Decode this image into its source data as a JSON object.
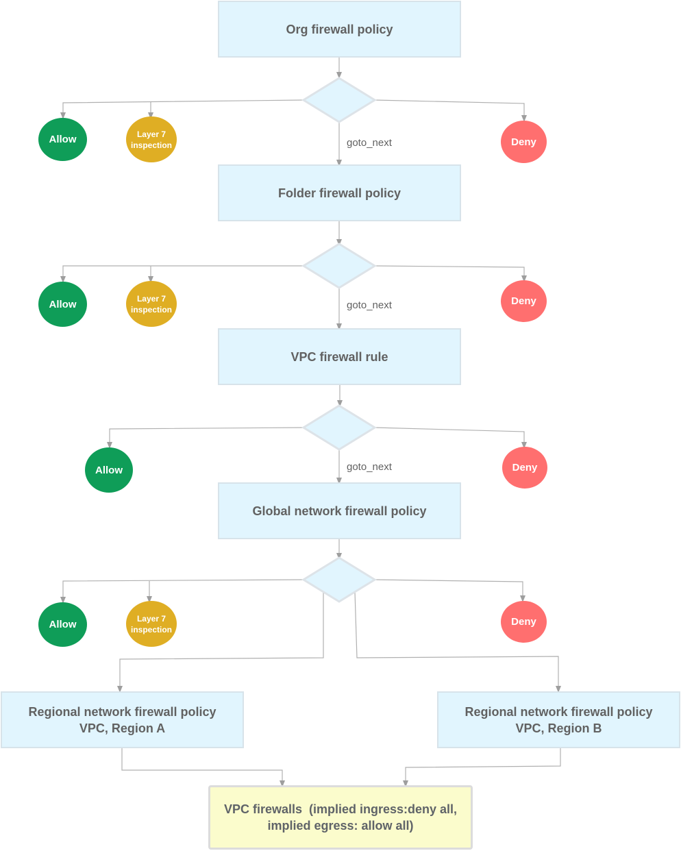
{
  "labels": {
    "allow": "Allow",
    "deny": "Deny",
    "l7_line1": "Layer 7",
    "l7_line2": "inspection",
    "goto_next": "goto_next"
  },
  "boxes": {
    "org": "Org firewall policy",
    "folder": "Folder firewall policy",
    "vpc_rule": "VPC firewall rule",
    "global": "Global network firewall policy",
    "regional_a_line1": "Regional network firewall policy",
    "regional_a_line2": "VPC, Region A",
    "regional_b_line1": "Regional network firewall policy",
    "regional_b_line2": "VPC, Region B",
    "final_line1": "VPC firewalls  (implied ingress:deny all,",
    "final_line2": "implied egress: allow all)"
  },
  "colors": {
    "box_fill": "#e1f5fe",
    "box_border": "#d7e3ea",
    "final_fill": "#fbfccc",
    "allow": "#0f9d58",
    "deny": "#ff6f6f",
    "layer7": "#dfae24",
    "connector": "#9e9e9e"
  }
}
